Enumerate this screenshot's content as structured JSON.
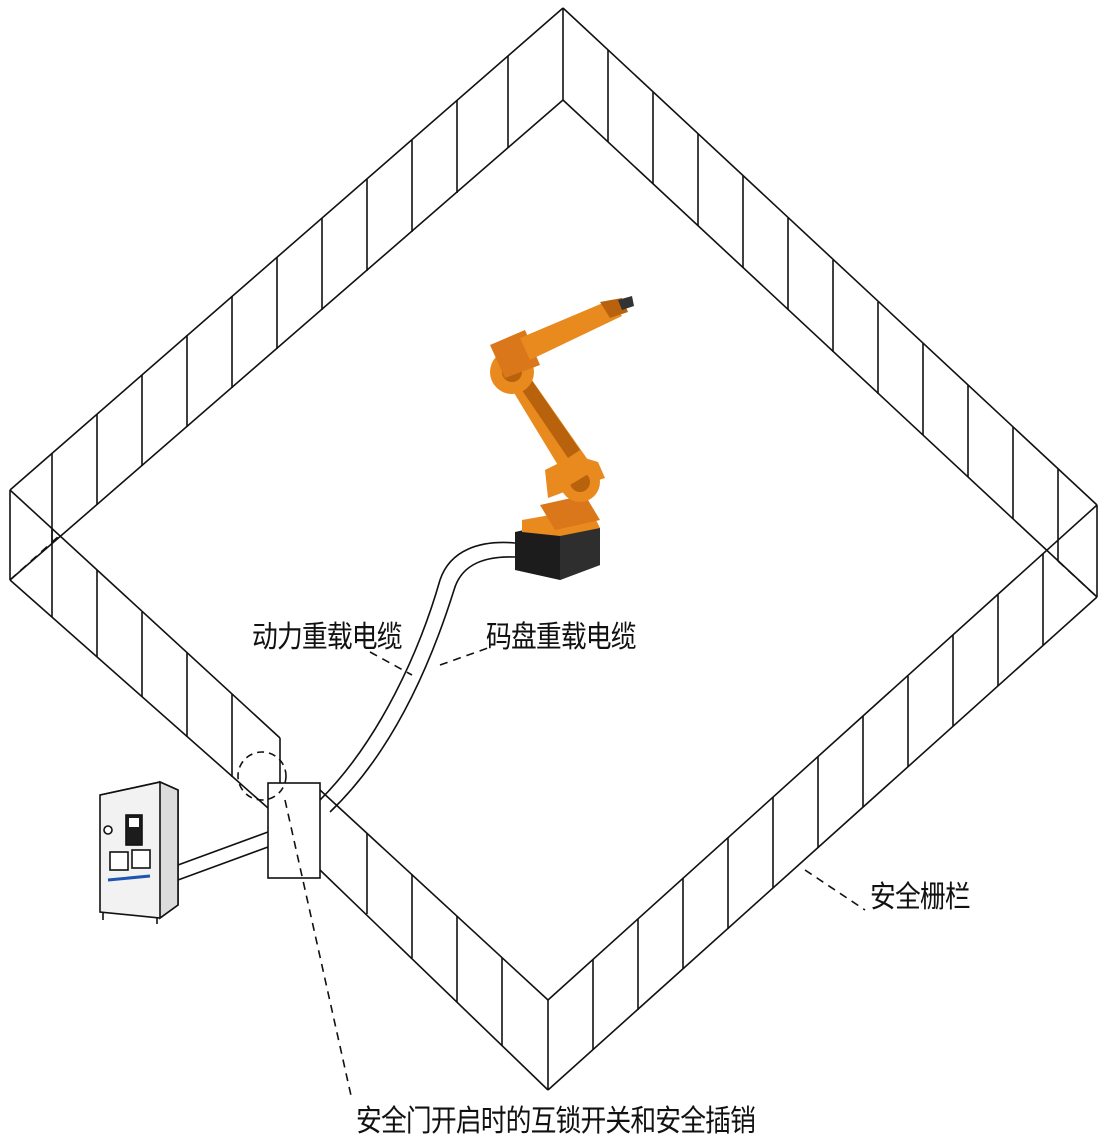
{
  "labels": {
    "power_cable": "动力重载电缆",
    "encoder_cable": "码盘重载电缆",
    "safety_fence": "安全栅栏",
    "door_interlock": "安全门开启时的互锁开关和安全插销"
  },
  "colors": {
    "line": "#111111",
    "robot_orange": "#e98a1f",
    "robot_orange_dark": "#b8620d",
    "robot_base": "#1c1c1c",
    "cabinet_fill": "#f2f2f2"
  }
}
